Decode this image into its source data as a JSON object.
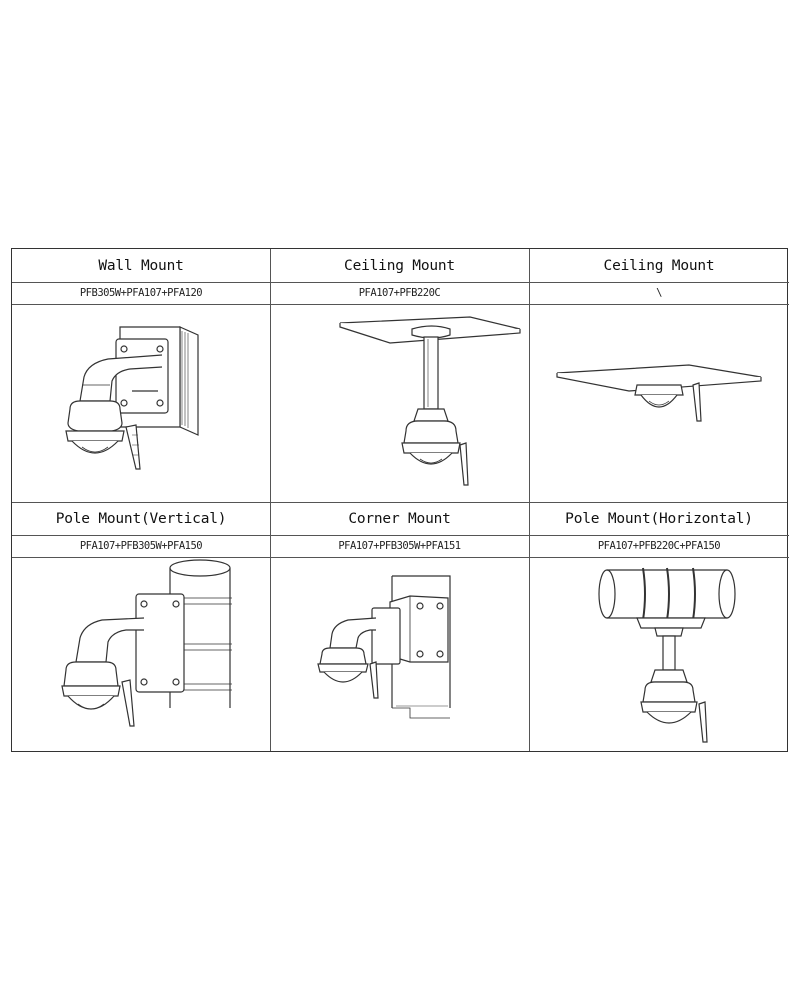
{
  "cells": [
    {
      "title": "Wall Mount",
      "accessories": "PFB305W+PFA107+PFA120",
      "illustration": "wall-mount-illustration"
    },
    {
      "title": "Ceiling Mount",
      "accessories": "PFA107+PFB220C",
      "illustration": "ceiling-pendant-mount-illustration"
    },
    {
      "title": "Ceiling Mount",
      "accessories": "\\",
      "illustration": "ceiling-flush-mount-illustration"
    },
    {
      "title": "Pole Mount(Vertical)",
      "accessories": "PFA107+PFB305W+PFA150",
      "illustration": "pole-mount-vertical-illustration"
    },
    {
      "title": "Corner Mount",
      "accessories": "PFA107+PFB305W+PFA151",
      "illustration": "corner-mount-illustration"
    },
    {
      "title": "Pole Mount(Horizontal)",
      "accessories": "PFA107+PFB220C+PFA150",
      "illustration": "pole-mount-horizontal-illustration"
    }
  ],
  "colors": {
    "line": "#333333",
    "background": "#ffffff"
  }
}
